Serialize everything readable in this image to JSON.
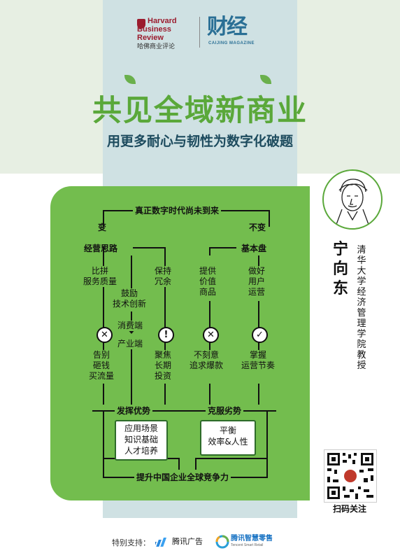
{
  "header": {
    "hbr_line1": "Harvard",
    "hbr_line2": "Business",
    "hbr_line3": "Review",
    "hbr_cn": "哈佛商业评论",
    "caijing": "财经",
    "caijing_sub": "CAIJING MAGAZINE"
  },
  "title": "共见全域新商业",
  "subtitle": "用更多耐心与韧性为数字化破题",
  "diagram": {
    "top": "真正数字时代尚未到来",
    "change": "变",
    "nochange": "不变",
    "left_head": "经营思路",
    "right_head": "基本盘",
    "compete": "比拼\n服务质量",
    "encourage": "鼓励\n技术创新",
    "keep": "保持\n冗余",
    "consumer": "消费端",
    "industry": "产业端",
    "provide": "提供\n价值\n商品",
    "do_well": "做好\n用户\n运营",
    "bye": "告别\n砸钱\n买流量",
    "focus": "聚焦\n长期\n投资",
    "no_chase": "不刻意\n追求爆款",
    "master": "掌握\n运营节奏",
    "advantage": "发挥优势",
    "overcome": "克服劣势",
    "box_left": "应用场景\n知识基础\n人才培养",
    "box_right": "平衡\n效率&人性",
    "bottom": "提升中国企业全球竞争力",
    "mark_x": "✕",
    "mark_excl": "!",
    "mark_check": "✓"
  },
  "person": {
    "name": "宁向东",
    "affiliation": "清华大学经济管理学院教授"
  },
  "qr_caption": "扫码关注",
  "footer": {
    "support": "特别支持：",
    "tencent_ad": "腾讯广告",
    "tsr_name": "腾讯智慧零售",
    "tsr_en": "Tencent Smart Retail"
  },
  "colors": {
    "green": "#73bd4e",
    "title_green": "#5aa83a",
    "navy": "#1d4b5e",
    "hbr_red": "#9b1c2e",
    "caijing_blue": "#2a6f95"
  }
}
